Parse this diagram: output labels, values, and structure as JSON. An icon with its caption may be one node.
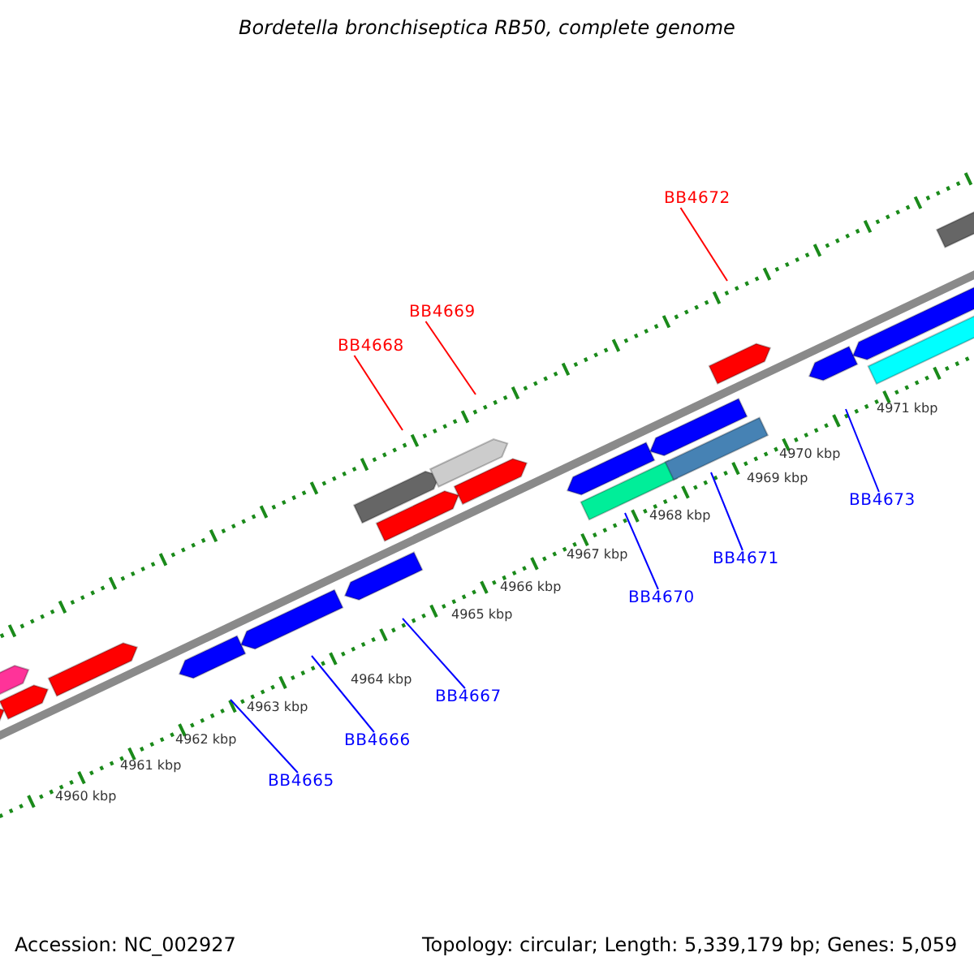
{
  "diagram": {
    "title": "Bordetella bronchiseptica RB50, complete genome",
    "nodes": [
      {
        "text": [
          "BB4672"
        ]
      },
      {
        "text": [
          "BB4669"
        ]
      },
      {
        "text": [
          "BB4668"
        ]
      },
      {
        "text": [
          "BB4673"
        ]
      },
      {
        "text": [
          "BB4671"
        ]
      },
      {
        "text": [
          "BB4670"
        ]
      },
      {
        "text": [
          "BB4667"
        ]
      },
      {
        "text": [
          "BB4666"
        ]
      },
      {
        "text": [
          "BB4665"
        ]
      }
    ],
    "edges": [
      {
        "from": 0,
        "to": null,
        "arrow": "none",
        "color": "#ff0000"
      },
      {
        "from": 1,
        "to": null,
        "arrow": "none",
        "color": "#ff0000"
      },
      {
        "from": 2,
        "to": null,
        "arrow": "none",
        "color": "#ff0000"
      },
      {
        "from": 3,
        "to": null,
        "arrow": "none"
      },
      {
        "from": 4,
        "to": null,
        "arrow": "none"
      },
      {
        "from": 5,
        "to": null,
        "arrow": "none"
      },
      {
        "from": 6,
        "to": null,
        "arrow": "none"
      },
      {
        "from": 7,
        "to": null,
        "arrow": "none"
      },
      {
        "from": 8,
        "to": null,
        "arrow": "none"
      }
    ],
    "labels": [
      "4971 kbp",
      "4970 kbp",
      "4969 kbp",
      "4968 kbp",
      "4967 kbp",
      "4966 kbp",
      "4965 kbp",
      "4964 kbp",
      "4963 kbp",
      "4962 kbp",
      "4961 kbp",
      "4960 kbp",
      "Accession: NC_002927",
      "Topology: circular; Length: 5,339,179 bp; Genes: 5,059"
    ]
  }
}
